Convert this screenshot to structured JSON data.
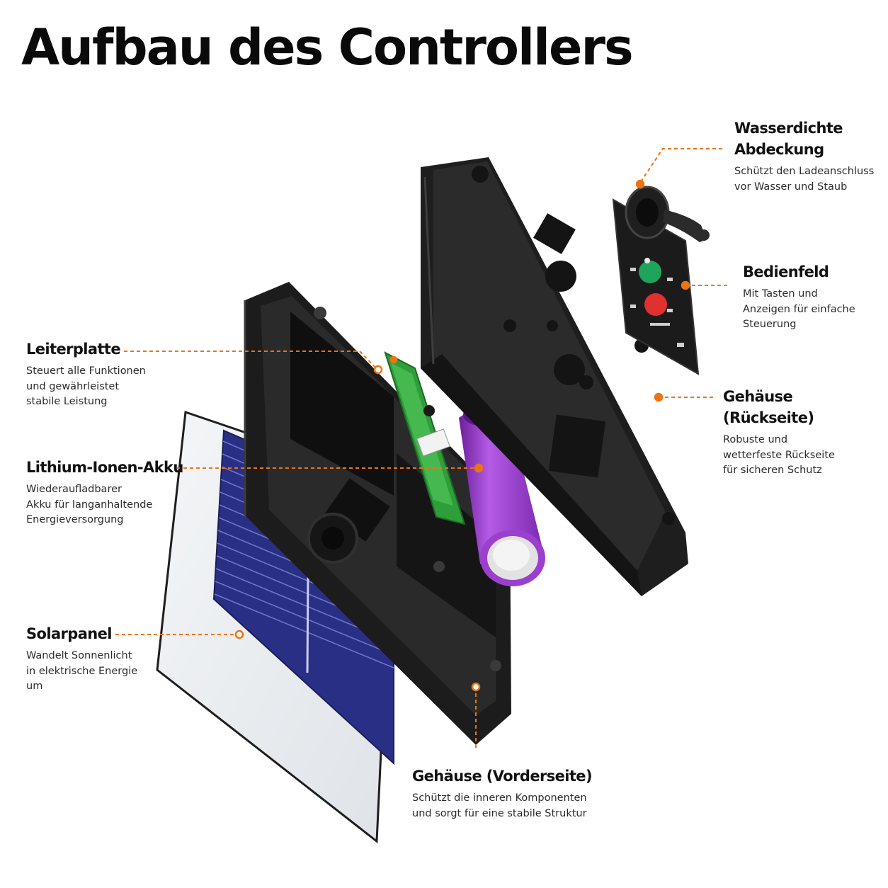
{
  "title": "Aufbau des Controllers",
  "colors": {
    "accent": "#ec7413",
    "housing": "#1c1c1c",
    "pcb": "#2f9e3a",
    "battery": "#9b3fcf",
    "solar": "#2a2f86",
    "button_green": "#1fa45b",
    "button_red": "#e0302f"
  },
  "callouts": {
    "cover": {
      "heading_1": "Wasserdichte",
      "heading_2": "Abdeckung",
      "desc_1": "Schützt den Ladeanschluss",
      "desc_2": "vor Wasser und Staub"
    },
    "panel": {
      "heading": "Bedienfeld",
      "desc_1": "Mit Tasten und",
      "desc_2": "Anzeigen für einfache",
      "desc_3": "Steuerung"
    },
    "rear": {
      "heading": "Gehäuse (Rückseite)",
      "desc_1": "Robuste und",
      "desc_2": "wetterfeste Rückseite",
      "desc_3": "für sicheren Schutz"
    },
    "pcb": {
      "heading": "Leiterplatte",
      "desc_1": "Steuert alle Funktionen",
      "desc_2": "und gewährleistet",
      "desc_3": "stabile Leistung"
    },
    "battery": {
      "heading": "Lithium-Ionen-Akku",
      "desc_1": "Wiederaufladbarer",
      "desc_2": "Akku für langanhaltende",
      "desc_3": "Energieversorgung"
    },
    "solar": {
      "heading": "Solarpanel",
      "desc_1": "Wandelt Sonnenlicht",
      "desc_2": "in elektrische Energie",
      "desc_3": "um"
    },
    "front": {
      "heading": "Gehäuse (Vorderseite)",
      "desc_1": "Schützt die inneren Komponenten",
      "desc_2": "und sorgt für eine stabile Struktur"
    }
  }
}
